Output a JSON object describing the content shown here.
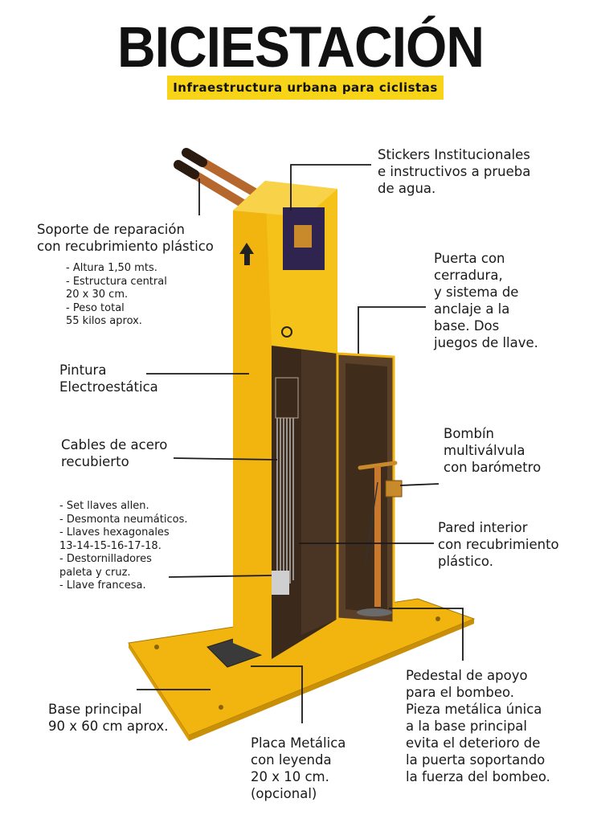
{
  "header": {
    "title": "BICIESTACIÓN",
    "subtitle": "Infraestructura urbana para ciclistas"
  },
  "colors": {
    "accent_yellow": "#f7d417",
    "station_yellow": "#f2b40f",
    "interior_brown": "#3b2a1c",
    "wood": "#b5672e",
    "line": "#1a1a1a"
  },
  "labels": {
    "stickers": "Stickers Institucionales\ne instructivos a prueba\nde agua.",
    "soporte": "Soporte de reparación\ncon recubrimiento plástico",
    "specs": "- Altura 1,50 mts.\n- Estructura central\n   20 x 30 cm.\n- Peso total\n   55 kilos aprox.",
    "puerta": "Puerta con\ncerradura,\ny sistema de\nanclaje a la\nbase. Dos\njuegos de llave.",
    "pintura": "Pintura\nElectroestática",
    "bombin": "Bombín\nmultiválvula\ncon barómetro",
    "cables": "Cables de acero\nrecubierto",
    "tools": "- Set llaves allen.\n- Desmonta neumáticos.\n- Llaves hexagonales\n   13-14-15-16-17-18.\n- Destornilladores\n   paleta y cruz.\n- Llave francesa.",
    "pared": "Pared interior\ncon recubrimiento\nplástico.",
    "pedestal": "Pedestal de apoyo\npara el bombeo.\nPieza metálica única\na la base principal\nevita el deterioro de\nla puerta soportando\nla fuerza del bombeo.",
    "base": "Base principal\n90 x 60 cm aprox.",
    "placa": "Placa Metálica\ncon leyenda\n20 x 10 cm.\n  (opcional)"
  }
}
